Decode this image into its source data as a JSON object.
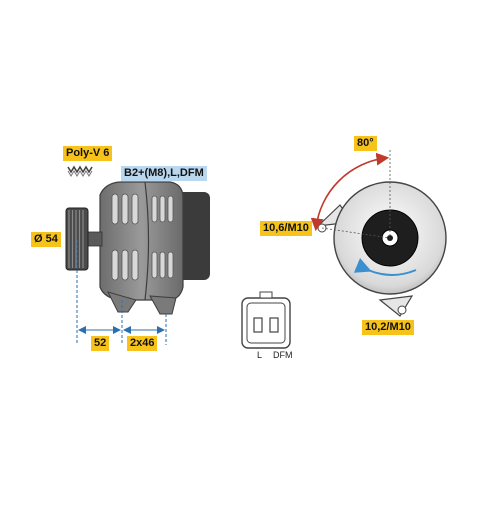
{
  "labels": {
    "belt": "Poly-V 6",
    "terminal": "B2+(M8),L,DFM",
    "pulley_diameter": "Ø 54",
    "dim_front": "52",
    "dim_rear": "2x46",
    "angle": "80°",
    "mount_upper": "10,6/M10",
    "mount_lower": "10,2/M10",
    "pin_l": "L",
    "pin_dfm": "DFM"
  },
  "colors": {
    "label_yellow": "#f7c31b",
    "label_blue": "#b9d7ef",
    "angle_arc": "#c0392b",
    "rotation_arrow": "#3a8fd0",
    "dimension_blue": "#2a6fb0",
    "body_gray": "#8a8a8a",
    "body_dark": "#5a5a5a"
  }
}
